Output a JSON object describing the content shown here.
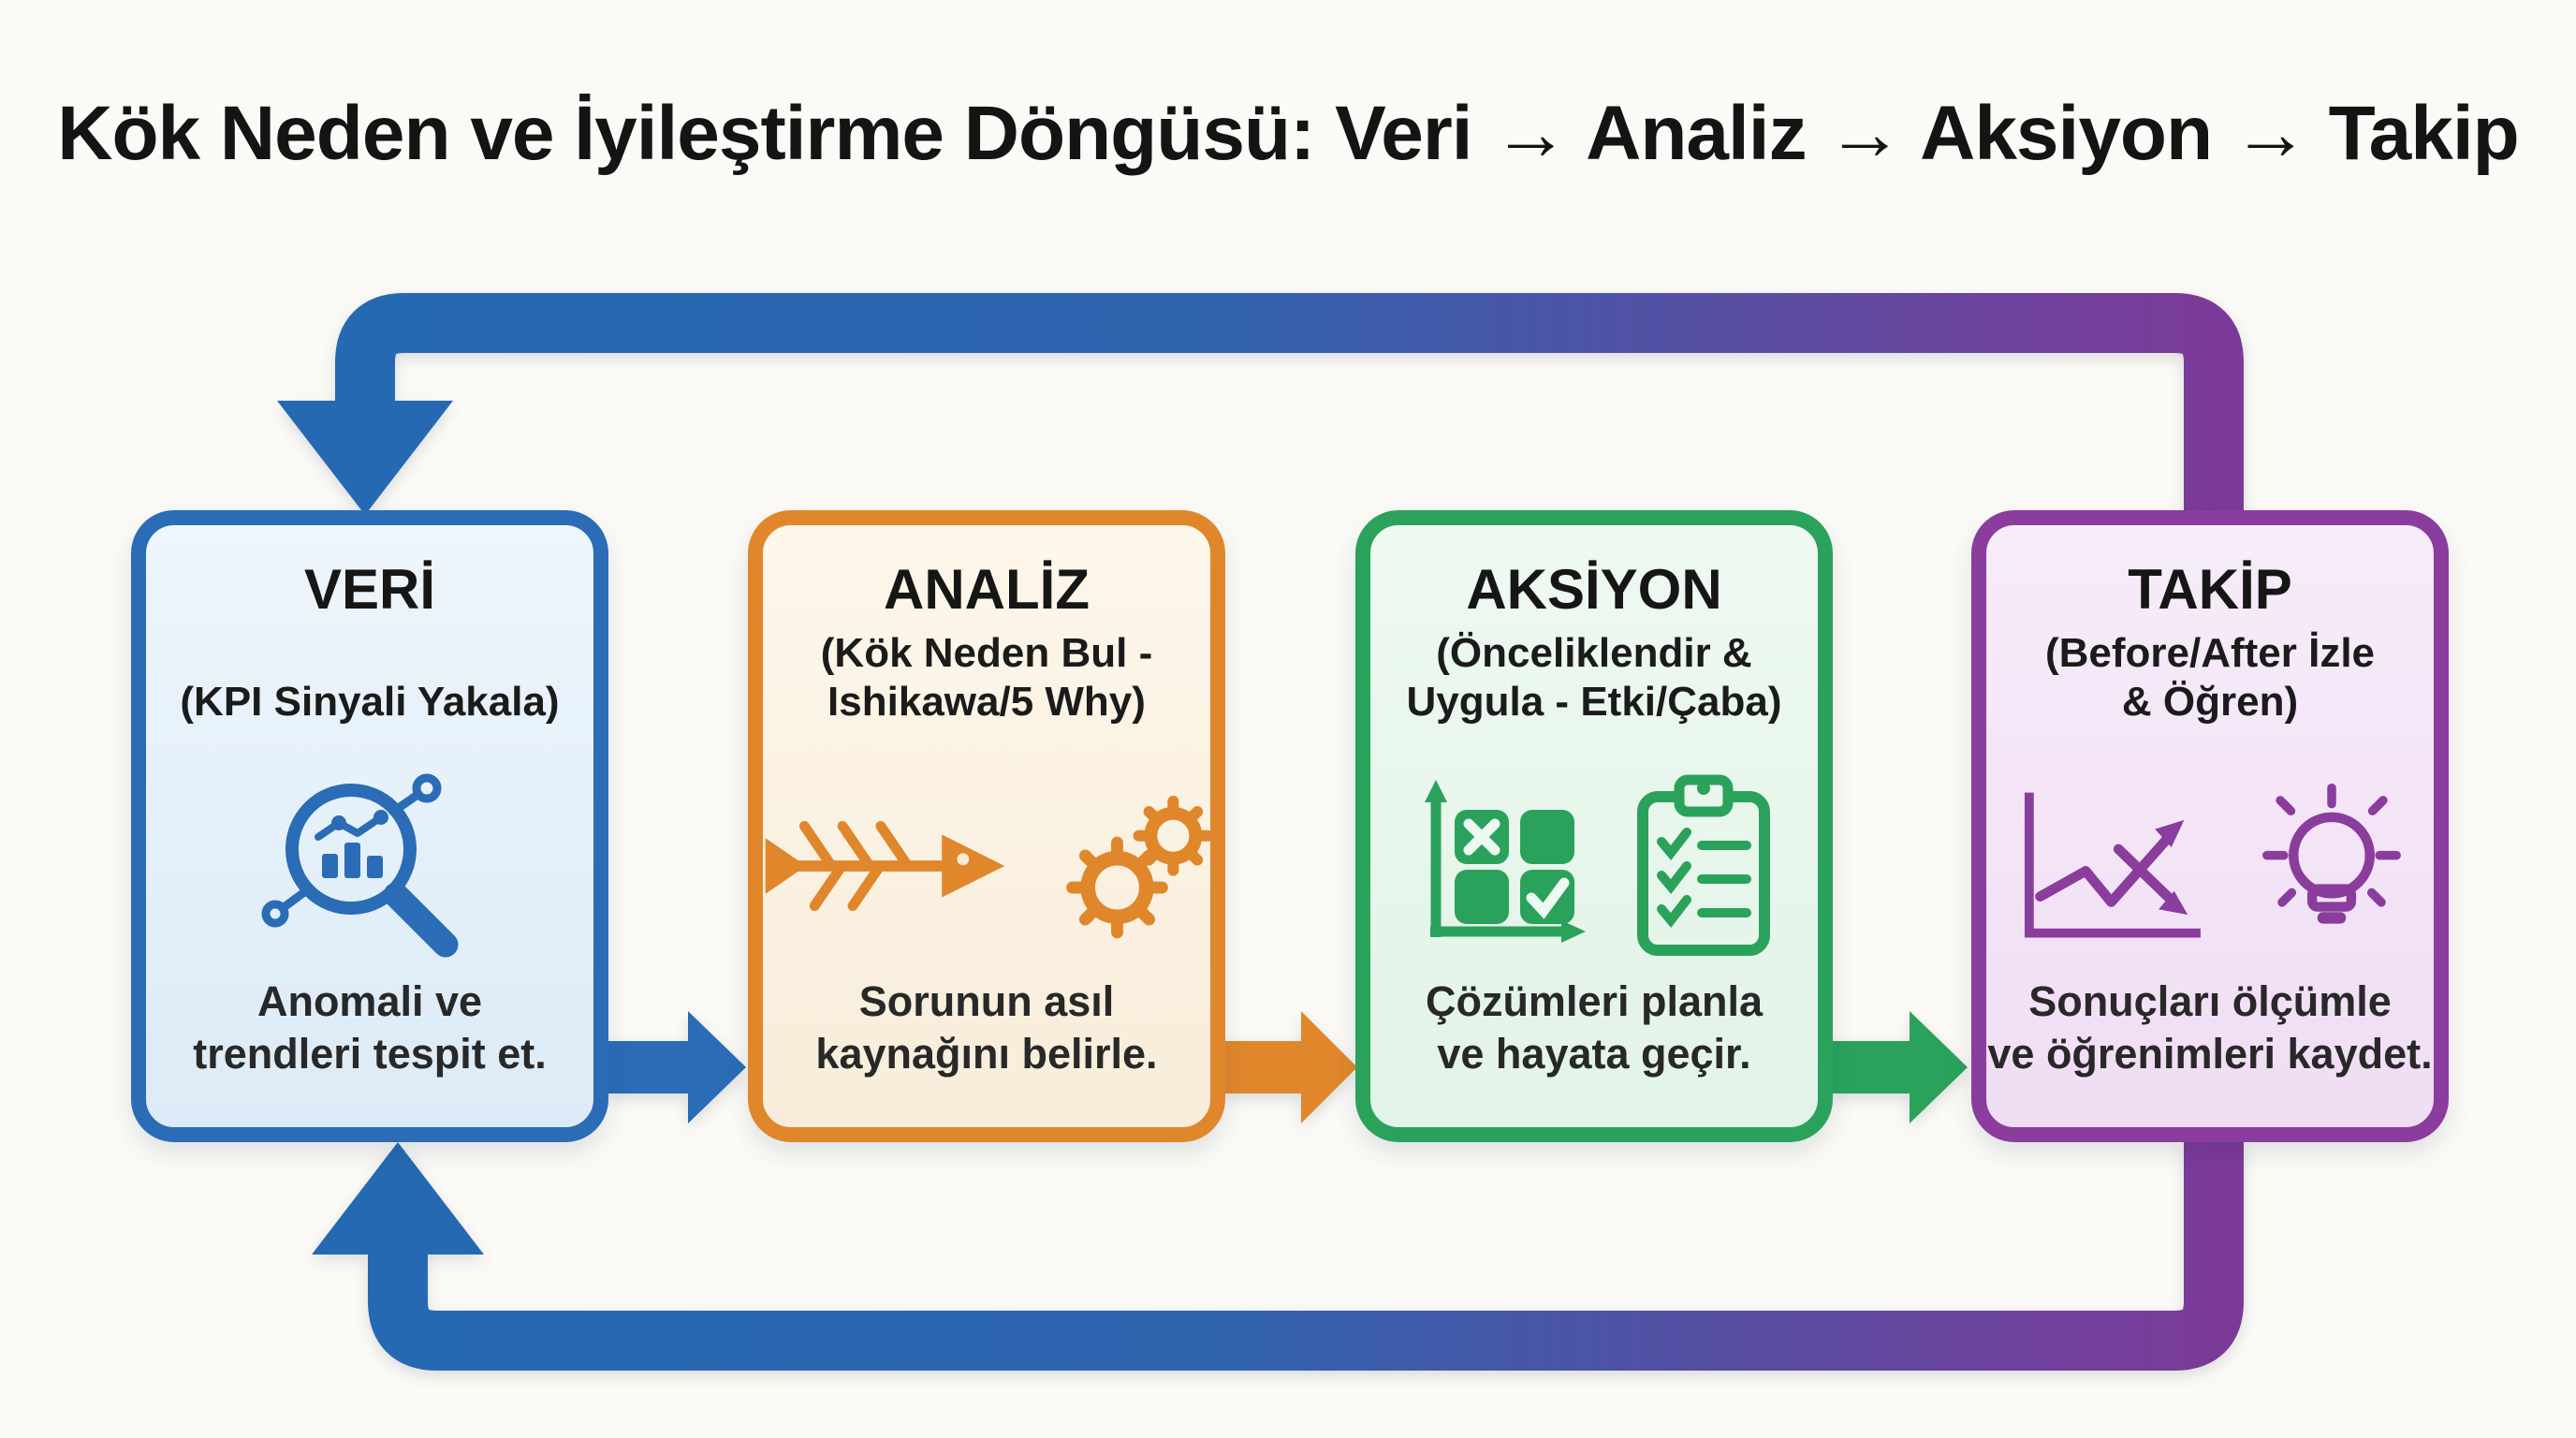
{
  "title": "Kök Neden ve İyileştirme Döngüsü: Veri → Analiz → Aksiyon → Takip",
  "palette": {
    "blue": "#2a6cb5",
    "orange": "#e0872c",
    "green": "#2aa25c",
    "purple": "#8a3d9c",
    "loop_gradient_left": "#2569b3",
    "loop_gradient_right": "#7c3a98",
    "background": "#fbfaf6"
  },
  "boxes": [
    {
      "id": "veri",
      "title": "VERİ",
      "subtitle": "(KPI Sinyali Yakala)",
      "description": "Anomali ve\ntrendleri tespit et.",
      "color": "#2a6cb5",
      "icons": [
        "magnifier-chart-icon"
      ]
    },
    {
      "id": "analiz",
      "title": "ANALİZ",
      "subtitle": "(Kök Neden Bul -\nIshikawa/5 Why)",
      "description": "Sorunun asıl\nkaynağını belirle.",
      "color": "#e0872c",
      "icons": [
        "fishbone-icon",
        "gears-icon"
      ]
    },
    {
      "id": "aksiyon",
      "title": "AKSİYON",
      "subtitle": "(Önceliklendir &\nUygula - Etki/Çaba)",
      "description": "Çözümleri planla\nve hayata geçir.",
      "color": "#2aa25c",
      "icons": [
        "priority-matrix-icon",
        "checklist-clipboard-icon"
      ]
    },
    {
      "id": "takip",
      "title": "TAKİP",
      "subtitle": "(Before/After İzle\n& Öğren)",
      "description": "Sonuçları ölçümle\nve öğrenimleri kaydet.",
      "color": "#8a3d9c",
      "icons": [
        "trend-chart-icon",
        "lightbulb-icon"
      ]
    }
  ]
}
